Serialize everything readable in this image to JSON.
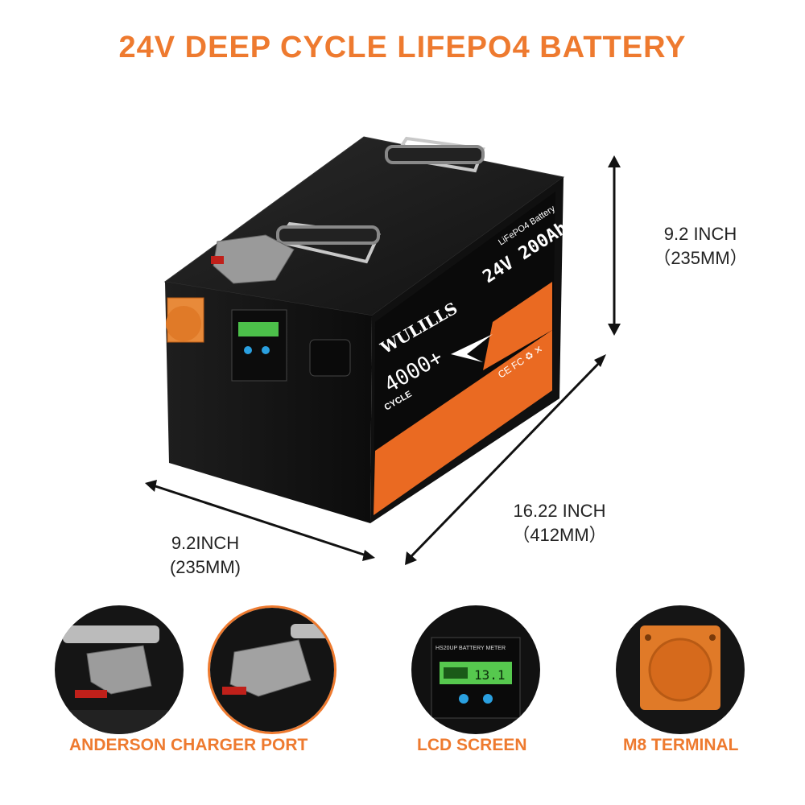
{
  "title": "24V DEEP CYCLE LIFEPO4 BATTERY",
  "dimensions": {
    "height": {
      "inch": "9.2 INCH",
      "mm": "（235MM）"
    },
    "length": {
      "inch": "16.22 INCH",
      "mm": "（412MM）"
    },
    "width": {
      "inch": "9.2INCH",
      "mm": "(235MM)"
    }
  },
  "battery_label": {
    "brand": "WULILLS",
    "cycles": "4000+",
    "cycle_word": "CYCLE",
    "chem": "LiFePO4 Battery",
    "spec": "24V 200Ah",
    "certs": "CE FC ♻ ✕"
  },
  "lcd_reading": "13.1",
  "lcd_header": "HS20UP BATTERY METER",
  "captions": {
    "anderson": "ANDERSON CHARGER PORT",
    "lcd": "LCD SCREEN",
    "m8": "M8 TERMINAL"
  },
  "colors": {
    "accent": "#ee7a2f",
    "case": "#141414",
    "label_orange": "#ea6a22"
  }
}
